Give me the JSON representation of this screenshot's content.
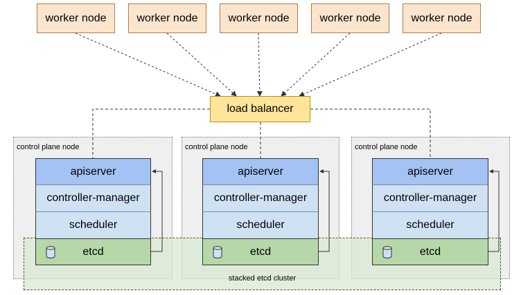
{
  "workers": [
    {
      "label": "worker node"
    },
    {
      "label": "worker node"
    },
    {
      "label": "worker node"
    },
    {
      "label": "worker node"
    },
    {
      "label": "worker node"
    }
  ],
  "load_balancer": {
    "label": "load balancer"
  },
  "control_plane_nodes": [
    {
      "label": "control plane node",
      "components": {
        "apiserver": "apiserver",
        "controller_manager": "controller-manager",
        "scheduler": "scheduler",
        "etcd": "etcd"
      }
    },
    {
      "label": "control plane node",
      "components": {
        "apiserver": "apiserver",
        "controller_manager": "controller-manager",
        "scheduler": "scheduler",
        "etcd": "etcd"
      }
    },
    {
      "label": "control plane node",
      "components": {
        "apiserver": "apiserver",
        "controller_manager": "controller-manager",
        "scheduler": "scheduler",
        "etcd": "etcd"
      }
    }
  ],
  "etcd_cluster": {
    "label": "stacked etcd cluster"
  },
  "colors": {
    "worker": "#fce5cd",
    "load_balancer": "#ffe599",
    "apiserver": "#a4c2f4",
    "control_component": "#cfe2f3",
    "etcd": "#b6d7a8",
    "cluster": "#d9ead3",
    "node_bg": "#efefef"
  },
  "icons": {
    "etcd": "database-cylinder-icon"
  }
}
